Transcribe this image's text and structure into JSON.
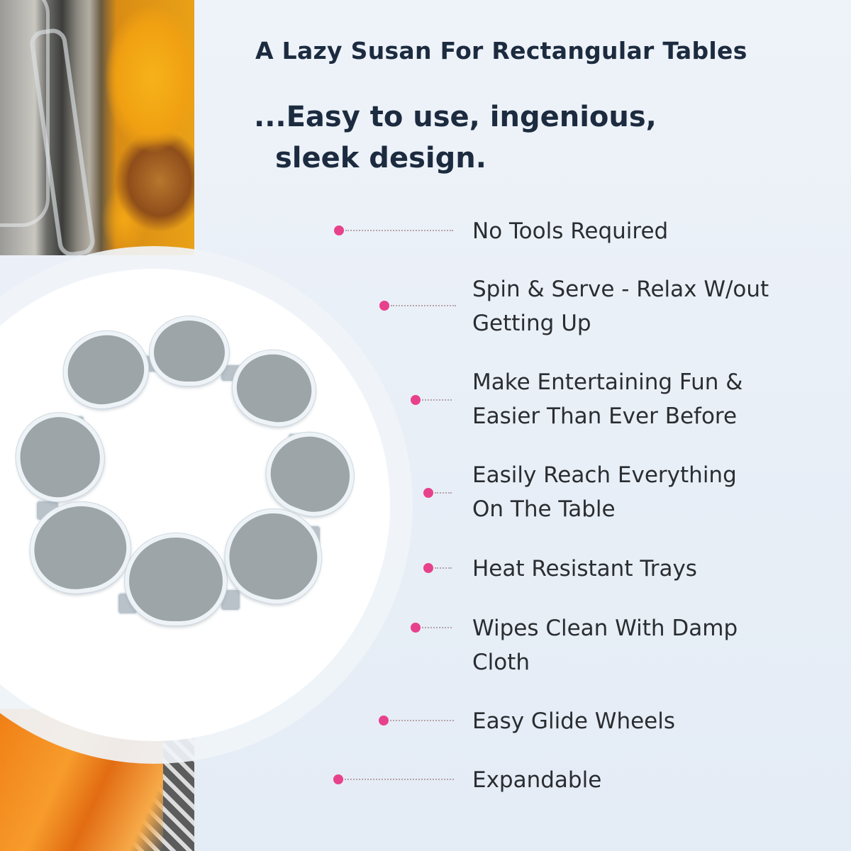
{
  "header": {
    "title": "A Lazy Susan For Rectangular Tables",
    "subtitle_line1": "...Easy to use, ingenious,",
    "subtitle_line2": "sleek design."
  },
  "features": [
    {
      "line1": "No Tools Required",
      "line2": ""
    },
    {
      "line1": "Spin & Serve - Relax W/out",
      "line2": "Getting Up"
    },
    {
      "line1": "Make Entertaining Fun &",
      "line2": "Easier Than Ever Before"
    },
    {
      "line1": "Easily Reach Everything",
      "line2": "On The Table"
    },
    {
      "line1": "Heat Resistant Trays",
      "line2": ""
    },
    {
      "line1": "Wipes Clean With Damp",
      "line2": "Cloth"
    },
    {
      "line1": "Easy Glide Wheels",
      "line2": ""
    },
    {
      "line1": "Expandable",
      "line2": ""
    }
  ],
  "product_image": {
    "tray_count": 8,
    "tray_color": "#9da5a8"
  },
  "colors": {
    "heading": "#1c2b3f",
    "body_text": "#2a2d31",
    "bullet_accent": "#e8418b",
    "background": "#eaf0f7"
  }
}
